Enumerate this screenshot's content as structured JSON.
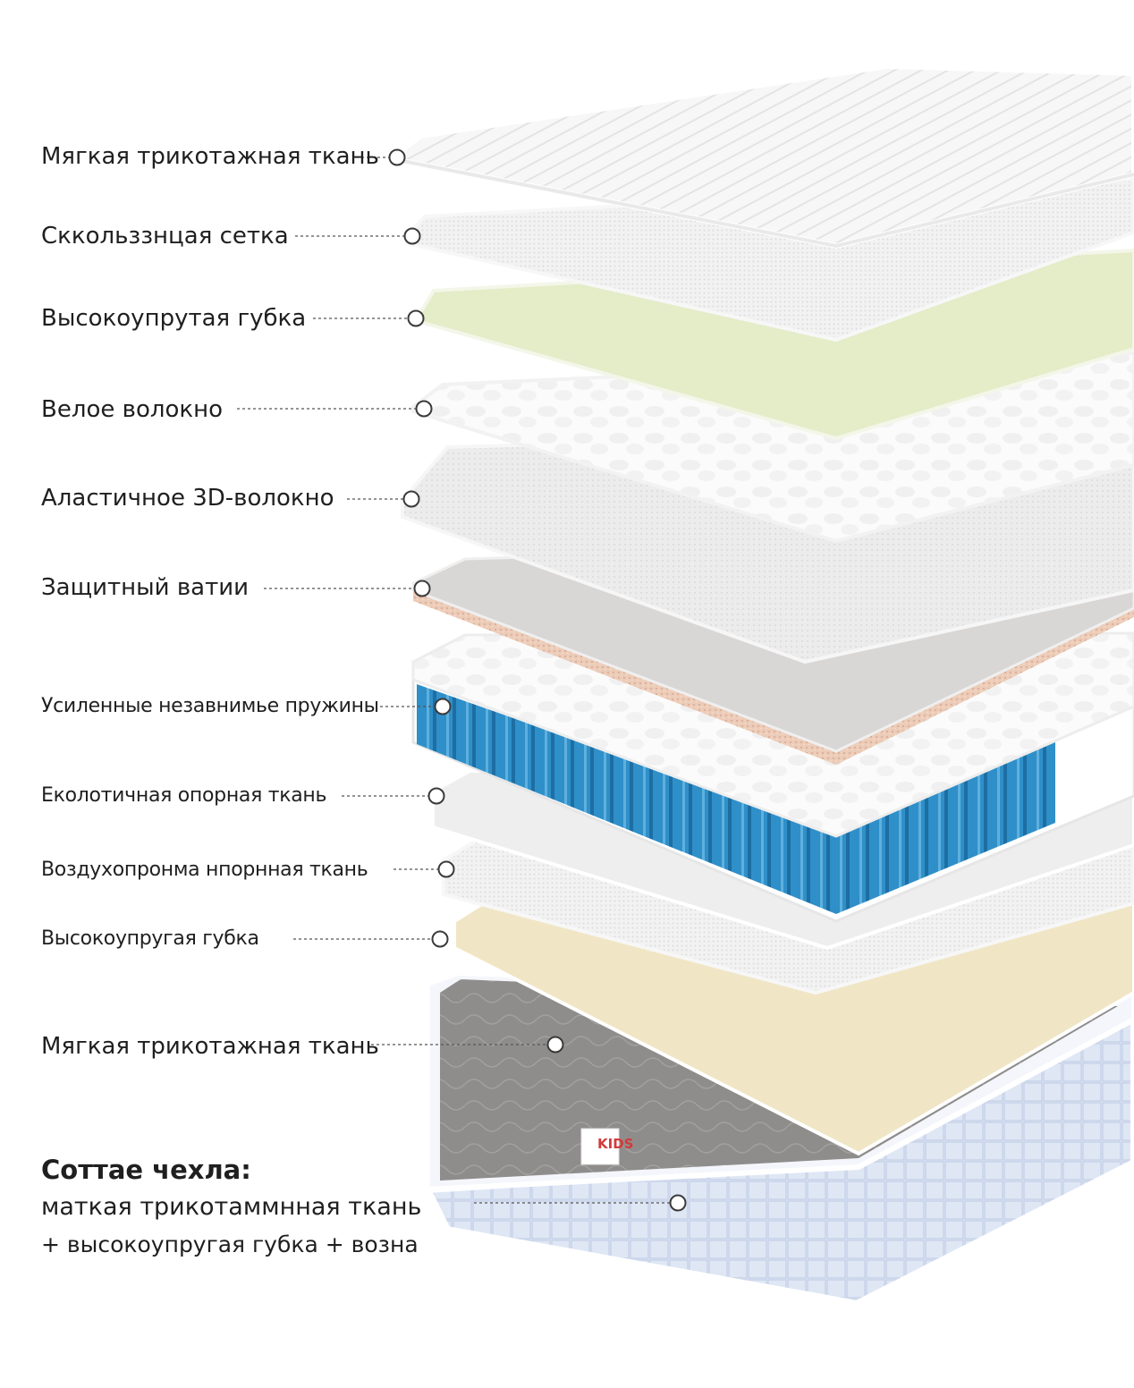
{
  "labels": [
    "Мягкая трикотажная ткань",
    "Скколь­ззнцая сетка",
    "Высокоупрутая губка",
    "Велое волокно",
    "Аластичное 3D-волокно",
    "Защитный ватии",
    "Усиленные незавнимье пружины",
    "Еколотичная опорная ткань",
    "Воздухопронма нпорнная ткань",
    "Высокоупругая губка",
    "Мягкая трикотажная ткань"
  ],
  "cover": {
    "title": "Соттае чехла:",
    "line1": "матка­я трикота­ммнная ткань",
    "line2": "+ высокоупругая губка + возна"
  },
  "badge": "KIDS",
  "colors": {
    "spring_blue": "#2f8fc9",
    "green_foam": "#e4ecc8",
    "peach_felt": "#e8c8b4",
    "cream_foam": "#f0e6c6",
    "base_blue": "#dfe7f5",
    "base_gray": "#8f8d8c"
  }
}
